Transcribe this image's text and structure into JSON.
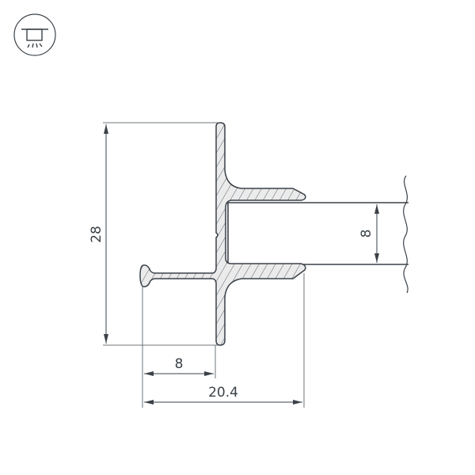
{
  "icon": {
    "name": "ceiling-light-icon",
    "description": "recessed ceiling mount"
  },
  "dimensions": {
    "height": "28",
    "flange_width": "8",
    "total_width": "20.4",
    "panel_thickness": "8"
  },
  "colors": {
    "outline": "#3a4148",
    "fill": "#ebebeb",
    "dim_line": "#6e757b"
  }
}
